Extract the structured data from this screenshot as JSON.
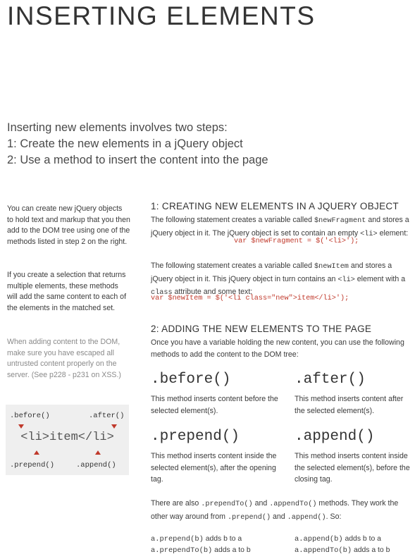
{
  "title": "INSERTING ELEMENTS",
  "intro": [
    "Inserting new elements involves two steps:",
    "1: Create the new elements in a jQuery object",
    "2: Use a method to insert the content into the page"
  ],
  "sidebar": {
    "p1": "You can create new jQuery objects to hold text and markup that you then add to the DOM tree using one of the methods listed in step 2 on the right.",
    "p2": "If you create a selection that returns multiple elements, these methods will add the same content to each of the elements in the matched set.",
    "p3": "When adding content to the DOM, make sure you have escaped all untrusted content properly on the server. (See p228 - p231 on XSS.)"
  },
  "diagram": {
    "before": ".before()",
    "after": ".after()",
    "code": "<li>item</li>",
    "prepend": ".prepend()",
    "append": ".append()"
  },
  "section1": {
    "heading": "1: CREATING NEW ELEMENTS IN A JQUERY OBJECT",
    "p1_a": "The following statement creates a variable called ",
    "p1_var": "$newFragment",
    "p1_b": " and stores a jQuery object in it. The jQuery object is set to contain an empty ",
    "p1_li": "<li>",
    "p1_c": " element: ",
    "code1": "var $newFragment = $('<li>');",
    "p2_a": "The following statement creates a variable called ",
    "p2_var": "$newItem",
    "p2_b": " and stores a jQuery object in it. This jQuery object in turn contains an ",
    "p2_li": "<li>",
    "p2_c": " element with a ",
    "p2_class": "class",
    "p2_d": " attribute and some text:",
    "code2": "var $newItem = $('<li class=\"new\">item</li>');"
  },
  "section2": {
    "heading": "2: ADDING THE NEW ELEMENTS TO THE PAGE",
    "intro": "Once you have a variable holding the new content, you can use the following methods to add the content to the DOM tree:",
    "before_name": ".before()",
    "before_desc": "This method inserts content before the selected element(s).",
    "after_name": ".after()",
    "after_desc": "This method inserts content after the selected element(s).",
    "prepend_name": ".prepend()",
    "prepend_desc": "This method inserts content inside the selected element(s), after the opening tag.",
    "append_name": ".append()",
    "append_desc": "This method inserts content inside the selected element(s), before the closing tag.",
    "also_a": "There are also ",
    "also_prependTo": ".prependTo()",
    "also_and": " and ",
    "also_appendTo": ".appendTo()",
    "also_b": " methods. They work the other way around from ",
    "also_prepend": ".prepend()",
    "also_and2": " and ",
    "also_append": ".append()",
    "also_c": ". So:",
    "ex_prepend_code": "a.prepend(b)",
    "ex_prepend_text": " adds b to a",
    "ex_prependTo_code": "a.prependTo(b)",
    "ex_prependTo_text": " adds a to b",
    "ex_append_code": "a.append(b)",
    "ex_append_text": " adds b to a",
    "ex_appendTo_code": "a.appendTo(b)",
    "ex_appendTo_text": " adds a to b"
  },
  "colors": {
    "accent": "#c0392b",
    "diagram_bg": "#efefef"
  }
}
